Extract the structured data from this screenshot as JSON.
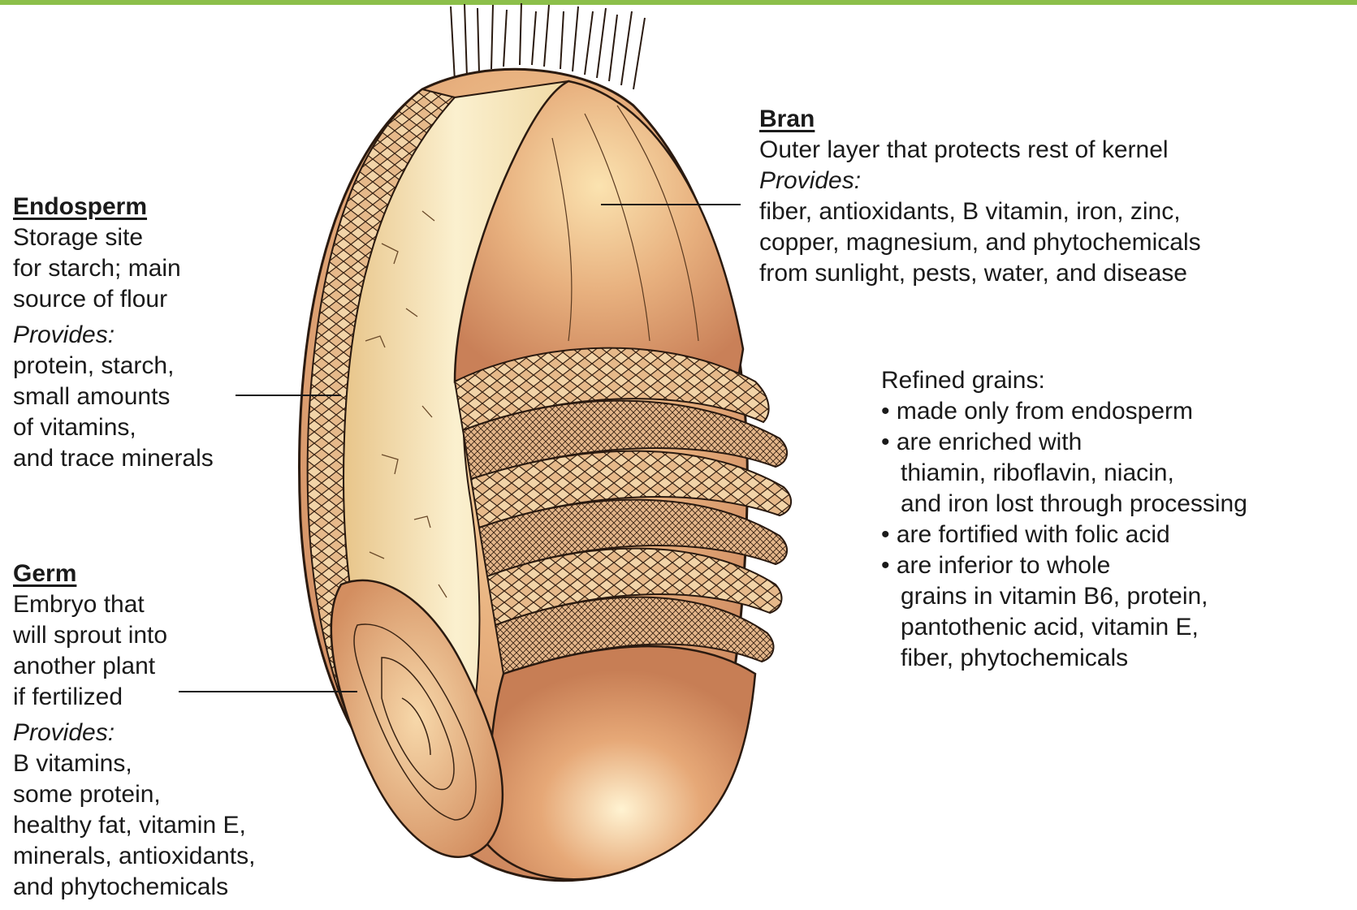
{
  "endosperm": {
    "title": "Endosperm",
    "description": [
      "Storage site",
      "for starch; main",
      "source of flour"
    ],
    "provides_label": "Provides:",
    "provides": [
      "protein, starch,",
      "small amounts",
      "of vitamins,",
      "and trace minerals"
    ]
  },
  "germ": {
    "title": "Germ",
    "description": [
      "Embryo that",
      "will sprout into",
      "another plant",
      "if fertilized"
    ],
    "provides_label": "Provides:",
    "provides": [
      "B vitamins,",
      "some protein,",
      "healthy fat, vitamin E,",
      "minerals, antioxidants,",
      "and phytochemicals"
    ]
  },
  "bran": {
    "title": "Bran",
    "description": "Outer layer that protects rest of kernel",
    "provides_label": "Provides:",
    "provides": [
      "fiber, antioxidants, B vitamin, iron, zinc,",
      "copper, magnesium, and phytochemicals",
      "from sunlight, pests, water, and disease"
    ]
  },
  "refined": {
    "title": "Refined grains:",
    "bullets": [
      {
        "marker": "•",
        "lines": [
          "made only from endosperm"
        ]
      },
      {
        "marker": "•",
        "lines": [
          "are enriched with",
          "thiamin, riboflavin, niacin,",
          "and iron lost through processing"
        ]
      },
      {
        "marker": "•",
        "lines": [
          "are fortified with folic acid"
        ]
      },
      {
        "marker": "•",
        "lines": [
          "are inferior to whole",
          "grains in vitamin B6, protein,",
          "pantothenic acid, vitamin E,",
          "fiber, phytochemicals"
        ]
      }
    ]
  },
  "colors": {
    "accent_bar": "#8cbf4a",
    "bran_outer": "#d9956a",
    "endosperm": "#f3dcaa",
    "germ": "#e0a878",
    "outline": "#2a1a10"
  }
}
